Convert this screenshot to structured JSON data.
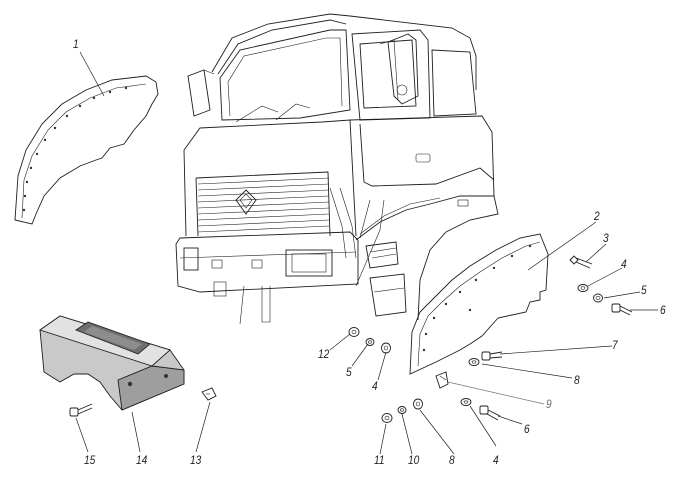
{
  "diagram": {
    "labels": [
      {
        "id": "1",
        "text": "1"
      },
      {
        "id": "2",
        "text": "2"
      },
      {
        "id": "3",
        "text": "3"
      },
      {
        "id": "4a",
        "text": "4"
      },
      {
        "id": "5a",
        "text": "5"
      },
      {
        "id": "6a",
        "text": "6"
      },
      {
        "id": "7",
        "text": "7"
      },
      {
        "id": "8a",
        "text": "8"
      },
      {
        "id": "9",
        "text": "9"
      },
      {
        "id": "6b",
        "text": "6"
      },
      {
        "id": "12",
        "text": "12"
      },
      {
        "id": "5b",
        "text": "5"
      },
      {
        "id": "4b",
        "text": "4"
      },
      {
        "id": "11",
        "text": "11"
      },
      {
        "id": "10",
        "text": "10"
      },
      {
        "id": "8b",
        "text": "8"
      },
      {
        "id": "4c",
        "text": "4"
      },
      {
        "id": "13",
        "text": "13"
      },
      {
        "id": "14",
        "text": "14"
      },
      {
        "id": "15",
        "text": "15"
      }
    ]
  }
}
